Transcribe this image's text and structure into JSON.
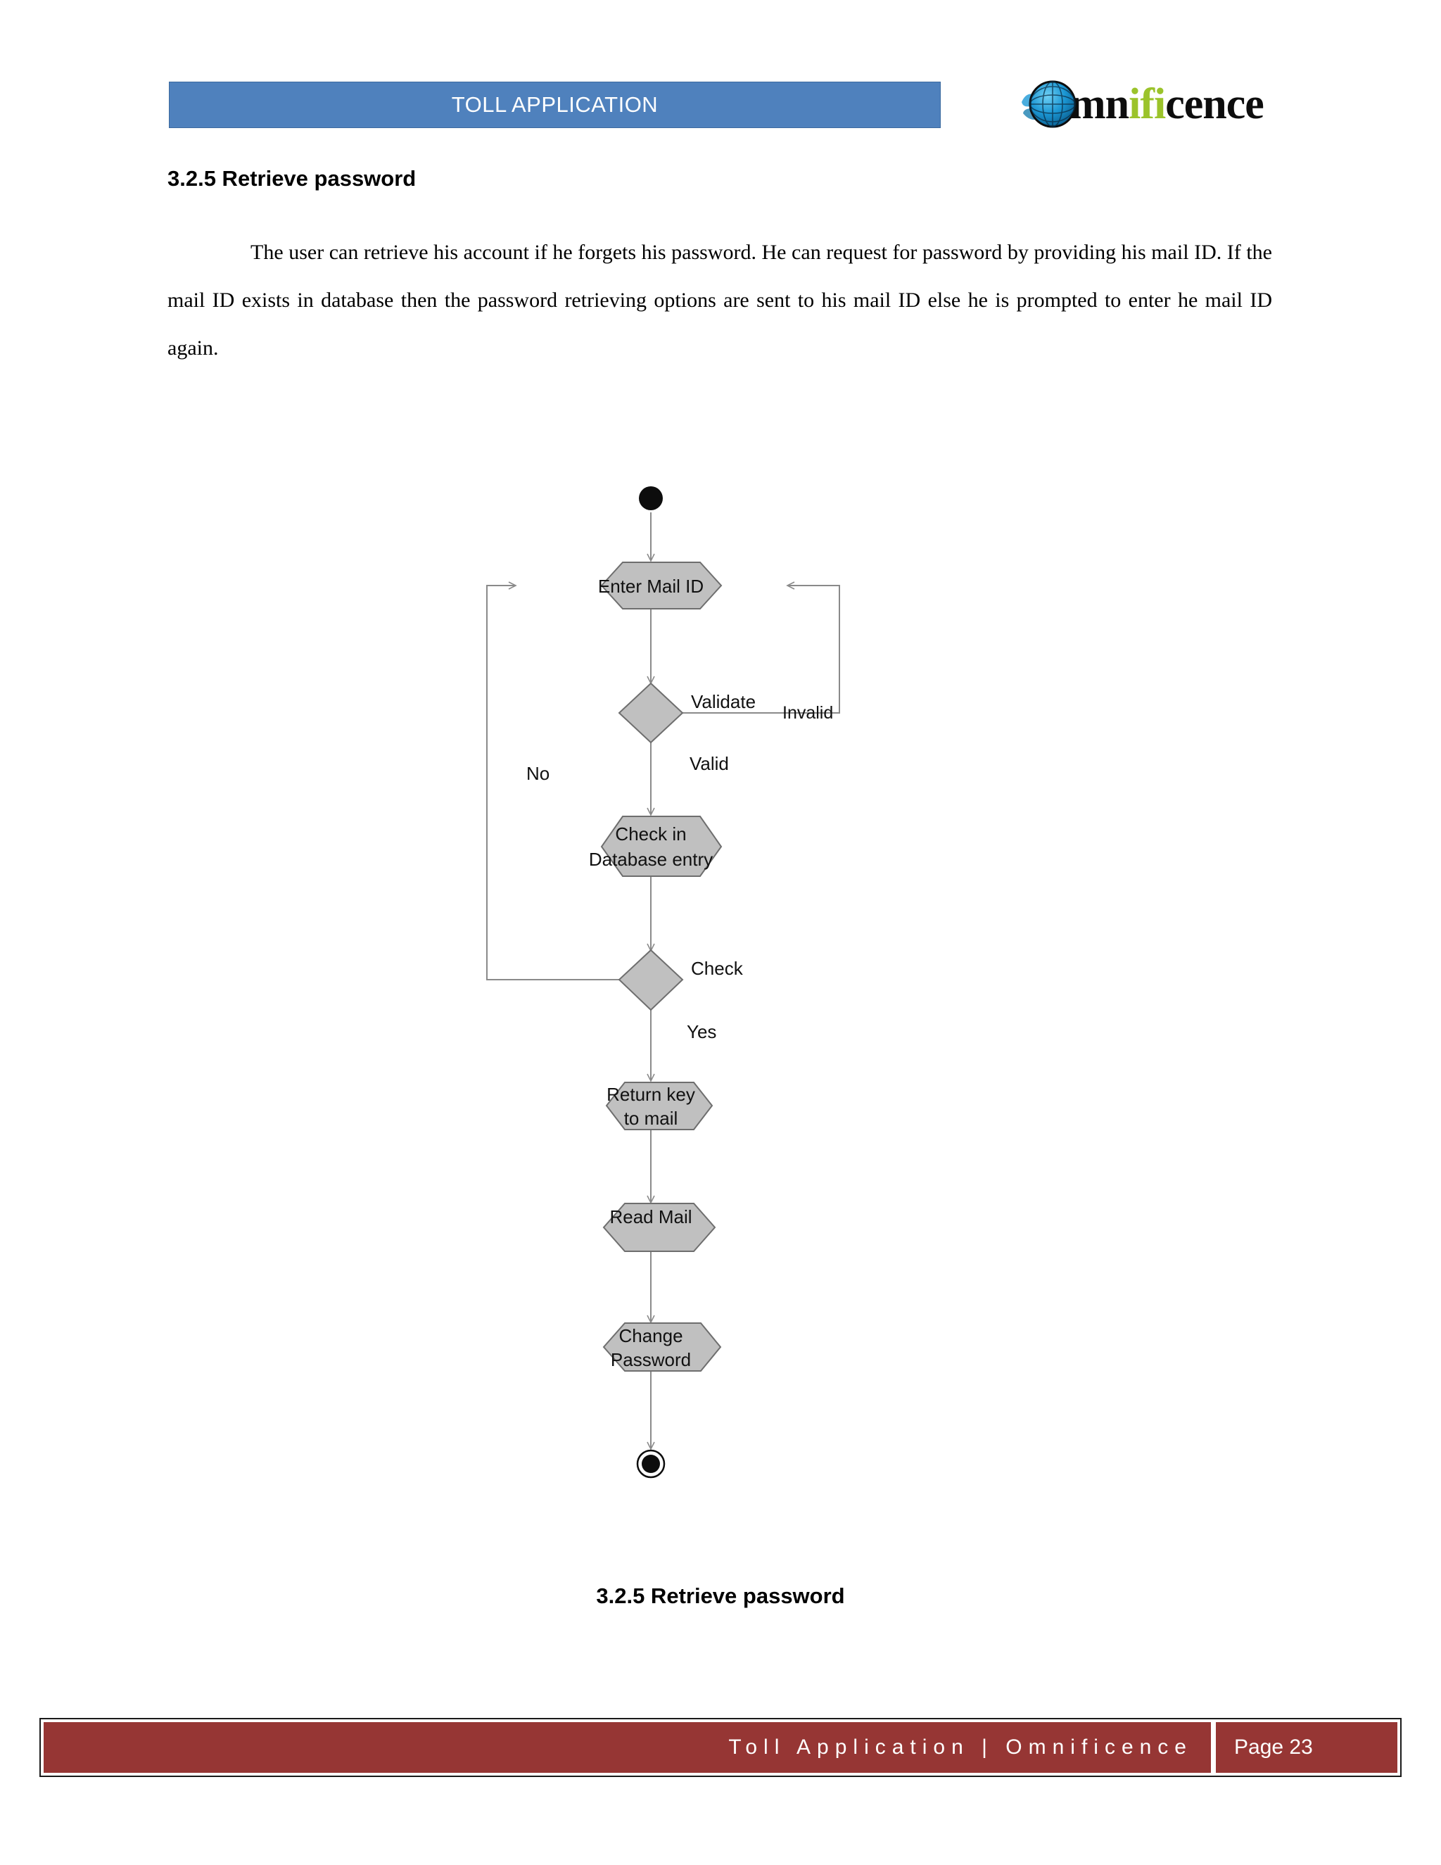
{
  "header": {
    "title": "TOLL APPLICATION",
    "bar_color": "#4F81BD",
    "logo": {
      "name": "Omnificence",
      "part_a": "O",
      "part_b": "mn",
      "part_c": "ifi",
      "part_d": "cence",
      "accent_color": "#9BC32B",
      "globe_color": "#1B96D3"
    }
  },
  "section": {
    "heading": "3.2.5 Retrieve password",
    "paragraph": "The user can retrieve his account if he forgets his password. He can request for password by providing his mail ID. If the mail ID exists in database then the password retrieving options are sent to his mail ID else he is prompted to enter he mail ID again."
  },
  "figure": {
    "caption": "3.2.5 Retrieve password",
    "node_fill": "#C0C0C0",
    "node_stroke": "#6E6E6E",
    "edge_color": "#8A8A8A",
    "nodes": {
      "start": "start-state",
      "a1": "Enter Mail ID",
      "d1_label": "Validate",
      "d1_branch_right": "Invalid",
      "d1_branch_down": "Valid",
      "a2_line1": "Check in",
      "a2_line2": "Database entry",
      "d2_label": "Check",
      "d2_branch_left": "No",
      "d2_branch_down": "Yes",
      "a3_line1": "Return key",
      "a3_line2": "to mail",
      "a4": "Read Mail",
      "a5_line1": "Change",
      "a5_line2": "Password",
      "end": "end-state"
    }
  },
  "footer": {
    "text": "Toll Application | Omnificence",
    "page": "Page 23",
    "color": "#963634"
  }
}
